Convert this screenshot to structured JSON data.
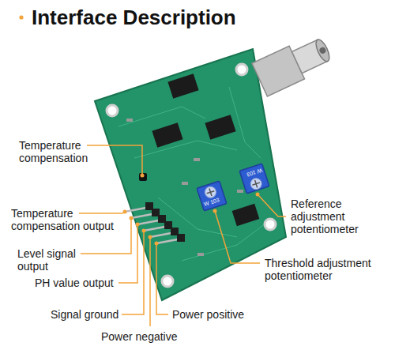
{
  "diagram": {
    "title": "Interface Description",
    "labels": [
      "Temperature compensation",
      "Temperature compensation output",
      "Level signal output",
      "PH value output",
      "Signal ground",
      "Power negative",
      "Power positive",
      "Reference adjustment potentiometer",
      "Threshold adjustment potentiometer",
      "W 103",
      "W 103"
    ]
  }
}
